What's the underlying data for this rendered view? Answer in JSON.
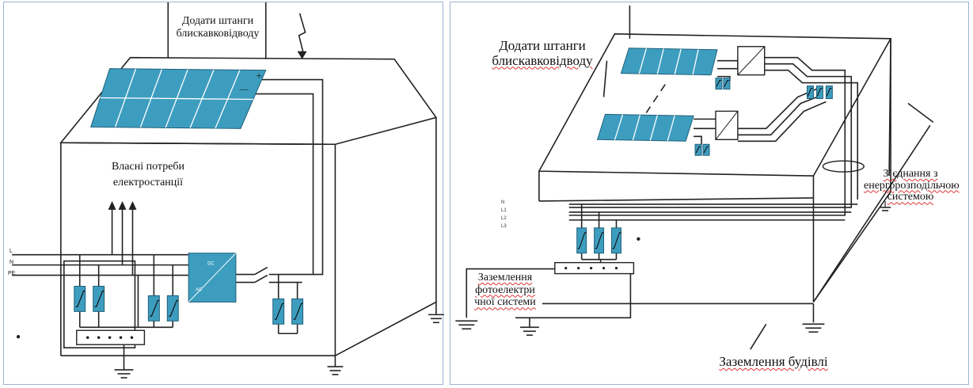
{
  "left_panel": {
    "lightning_rods_label": "Додати штанги блискавковідводу",
    "own_needs_label_line1": "Власні потреби",
    "own_needs_label_line2": "електростанції",
    "phase_labels": [
      "L",
      "N",
      "PE"
    ],
    "inverter_dc": "DC",
    "inverter_ac": "AC",
    "panel_plus": "+",
    "panel_minus": "—"
  },
  "right_panel": {
    "lightning_rods_label_line1": "Додати штанги",
    "lightning_rods_label_line2": "блискавковідводу",
    "grid_connection_line1": "З’єднання з",
    "grid_connection_line2": "енергорозподільчою",
    "grid_connection_line3": "системою",
    "pv_grounding_line1": "Заземлення",
    "pv_grounding_line2": "фотоелектри",
    "pv_grounding_line3": "чної системи",
    "building_grounding": "Заземлення будівлі",
    "phase_labels": [
      "N",
      "L1",
      "L2",
      "L3"
    ]
  },
  "colors": {
    "solar_panel": "#3d9dbf",
    "line": "#222222",
    "surge_arrester": "#3d9dbf"
  }
}
